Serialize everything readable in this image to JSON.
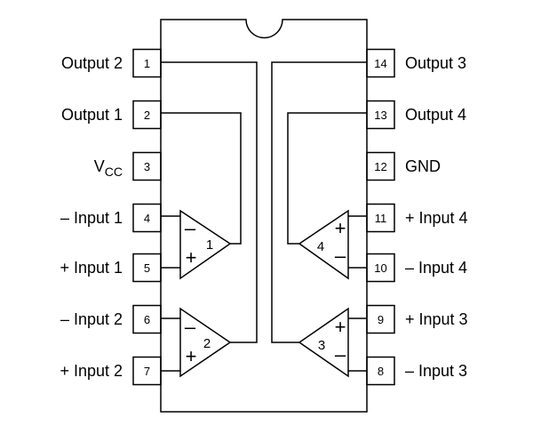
{
  "left_pins": [
    {
      "num": "1",
      "label": "Output 2"
    },
    {
      "num": "2",
      "label": "Output 1"
    },
    {
      "num": "3",
      "label": "V",
      "sub": "CC"
    },
    {
      "num": "4",
      "label": "– Input 1"
    },
    {
      "num": "5",
      "label": "+ Input 1"
    },
    {
      "num": "6",
      "label": "– Input 2"
    },
    {
      "num": "7",
      "label": "+ Input 2"
    }
  ],
  "right_pins": [
    {
      "num": "14",
      "label": "Output 3"
    },
    {
      "num": "13",
      "label": "Output 4"
    },
    {
      "num": "12",
      "label": "GND"
    },
    {
      "num": "11",
      "label": "+ Input 4"
    },
    {
      "num": "10",
      "label": "– Input 4"
    },
    {
      "num": "9",
      "label": "+ Input 3"
    },
    {
      "num": "8",
      "label": "– Input 3"
    }
  ],
  "amplifiers": [
    {
      "id": "1",
      "minus": "–",
      "plus": "+"
    },
    {
      "id": "2",
      "minus": "–",
      "plus": "+"
    },
    {
      "id": "3",
      "minus": "–",
      "plus": "+"
    },
    {
      "id": "4",
      "minus": "–",
      "plus": "+"
    }
  ]
}
